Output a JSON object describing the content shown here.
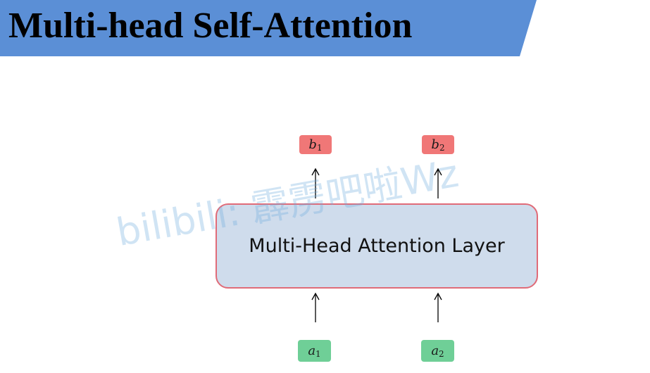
{
  "slide": {
    "title": "Multi-head Self-Attention",
    "banner_color": "#5b8fd6"
  },
  "diagram": {
    "layer_label": "Multi-Head Attention Layer",
    "outputs": [
      {
        "symbol": "b",
        "subscript": "1",
        "color": "#f07777"
      },
      {
        "symbol": "b",
        "subscript": "2",
        "color": "#f07777"
      }
    ],
    "inputs": [
      {
        "symbol": "a",
        "subscript": "1",
        "color": "#6fcf97"
      },
      {
        "symbol": "a",
        "subscript": "2",
        "color": "#6fcf97"
      }
    ],
    "arrow_icon": "arrow-up-icon"
  },
  "watermark": "bilibili: 霹雳吧啦Wz"
}
